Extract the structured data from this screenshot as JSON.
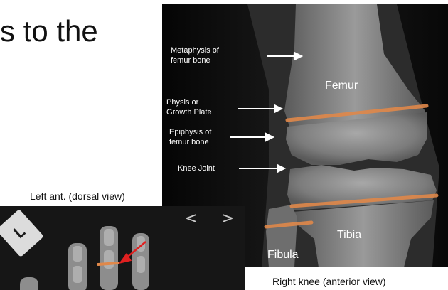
{
  "slide": {
    "title_fragment": "s to the"
  },
  "knee_image": {
    "labels": {
      "metaphysis": [
        "Metaphysis of",
        "femur bone"
      ],
      "physis": [
        "Physis or",
        "Growth Plate"
      ],
      "epiphysis": [
        "Epiphysis of",
        "femur bone"
      ],
      "knee_joint": "Knee Joint",
      "femur": "Femur",
      "tibia": "Tibia",
      "fibula": "Fibula"
    },
    "caption": "Right knee (anterior view)",
    "growth_plate_color": "#e0884a"
  },
  "hand_image": {
    "caption": "Left ant. (dorsal view)",
    "marker_text": "L",
    "prev_icon": "chevron-left-icon",
    "next_icon": "chevron-right-icon",
    "prev_glyph": "<",
    "next_glyph": ">",
    "growth_plate_color": "#e0884a",
    "pointer_color": "#e02020"
  }
}
